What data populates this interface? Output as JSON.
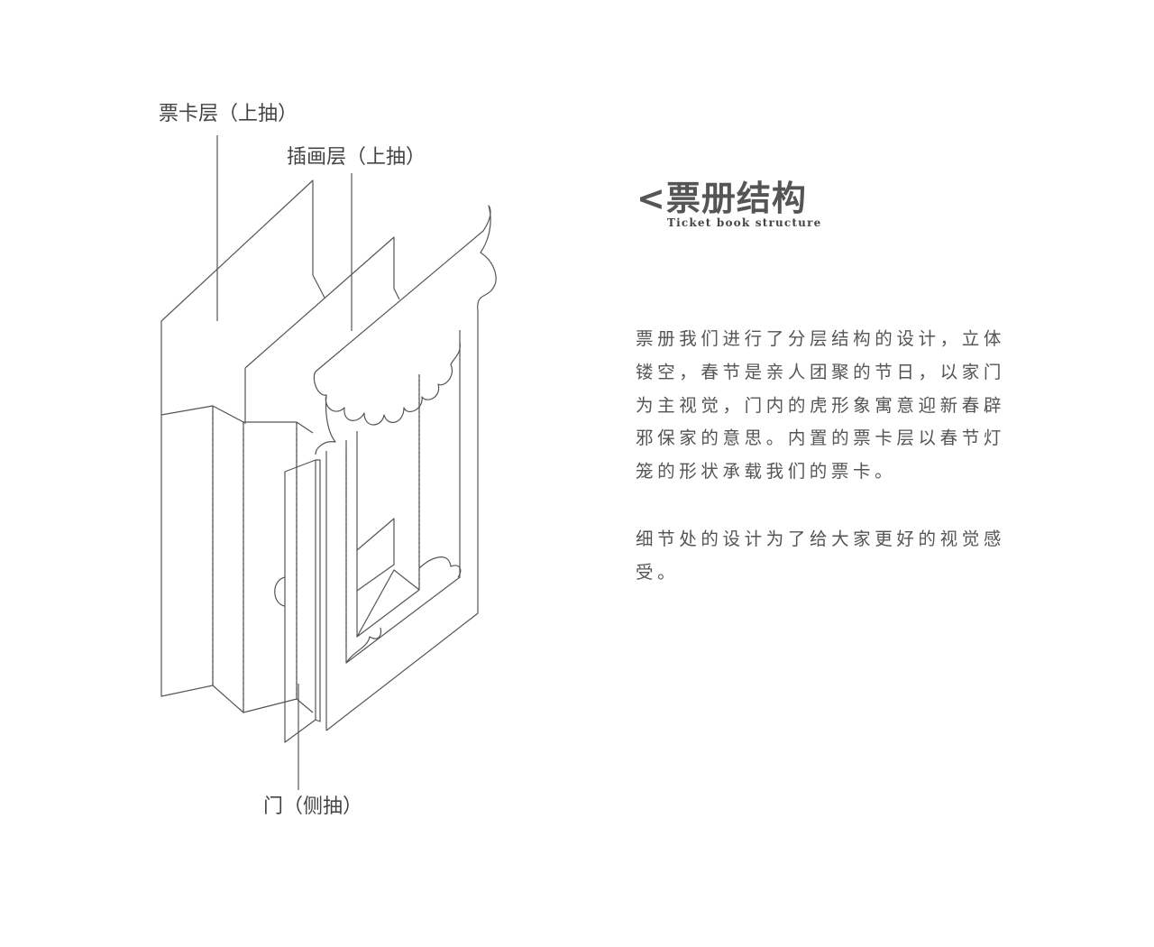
{
  "diagram": {
    "labels": {
      "ticket_layer": "票卡层（上抽）",
      "illustration_layer": "插画层（上抽）",
      "door": "门（侧抽）"
    },
    "line_color": "#555555"
  },
  "heading": {
    "title": "<票册结构",
    "subtitle": "Ticket book structure"
  },
  "description": {
    "paragraph_1": "票册我们进行了分层结构的设计，立体镂空，春节是亲人团聚的节日，以家门为主视觉，门内的虎形象寓意迎新春辟邪保家的意思。内置的票卡层以春节灯笼的形状承载我们的票卡。",
    "paragraph_2": "细节处的设计为了给大家更好的视觉感受。"
  }
}
